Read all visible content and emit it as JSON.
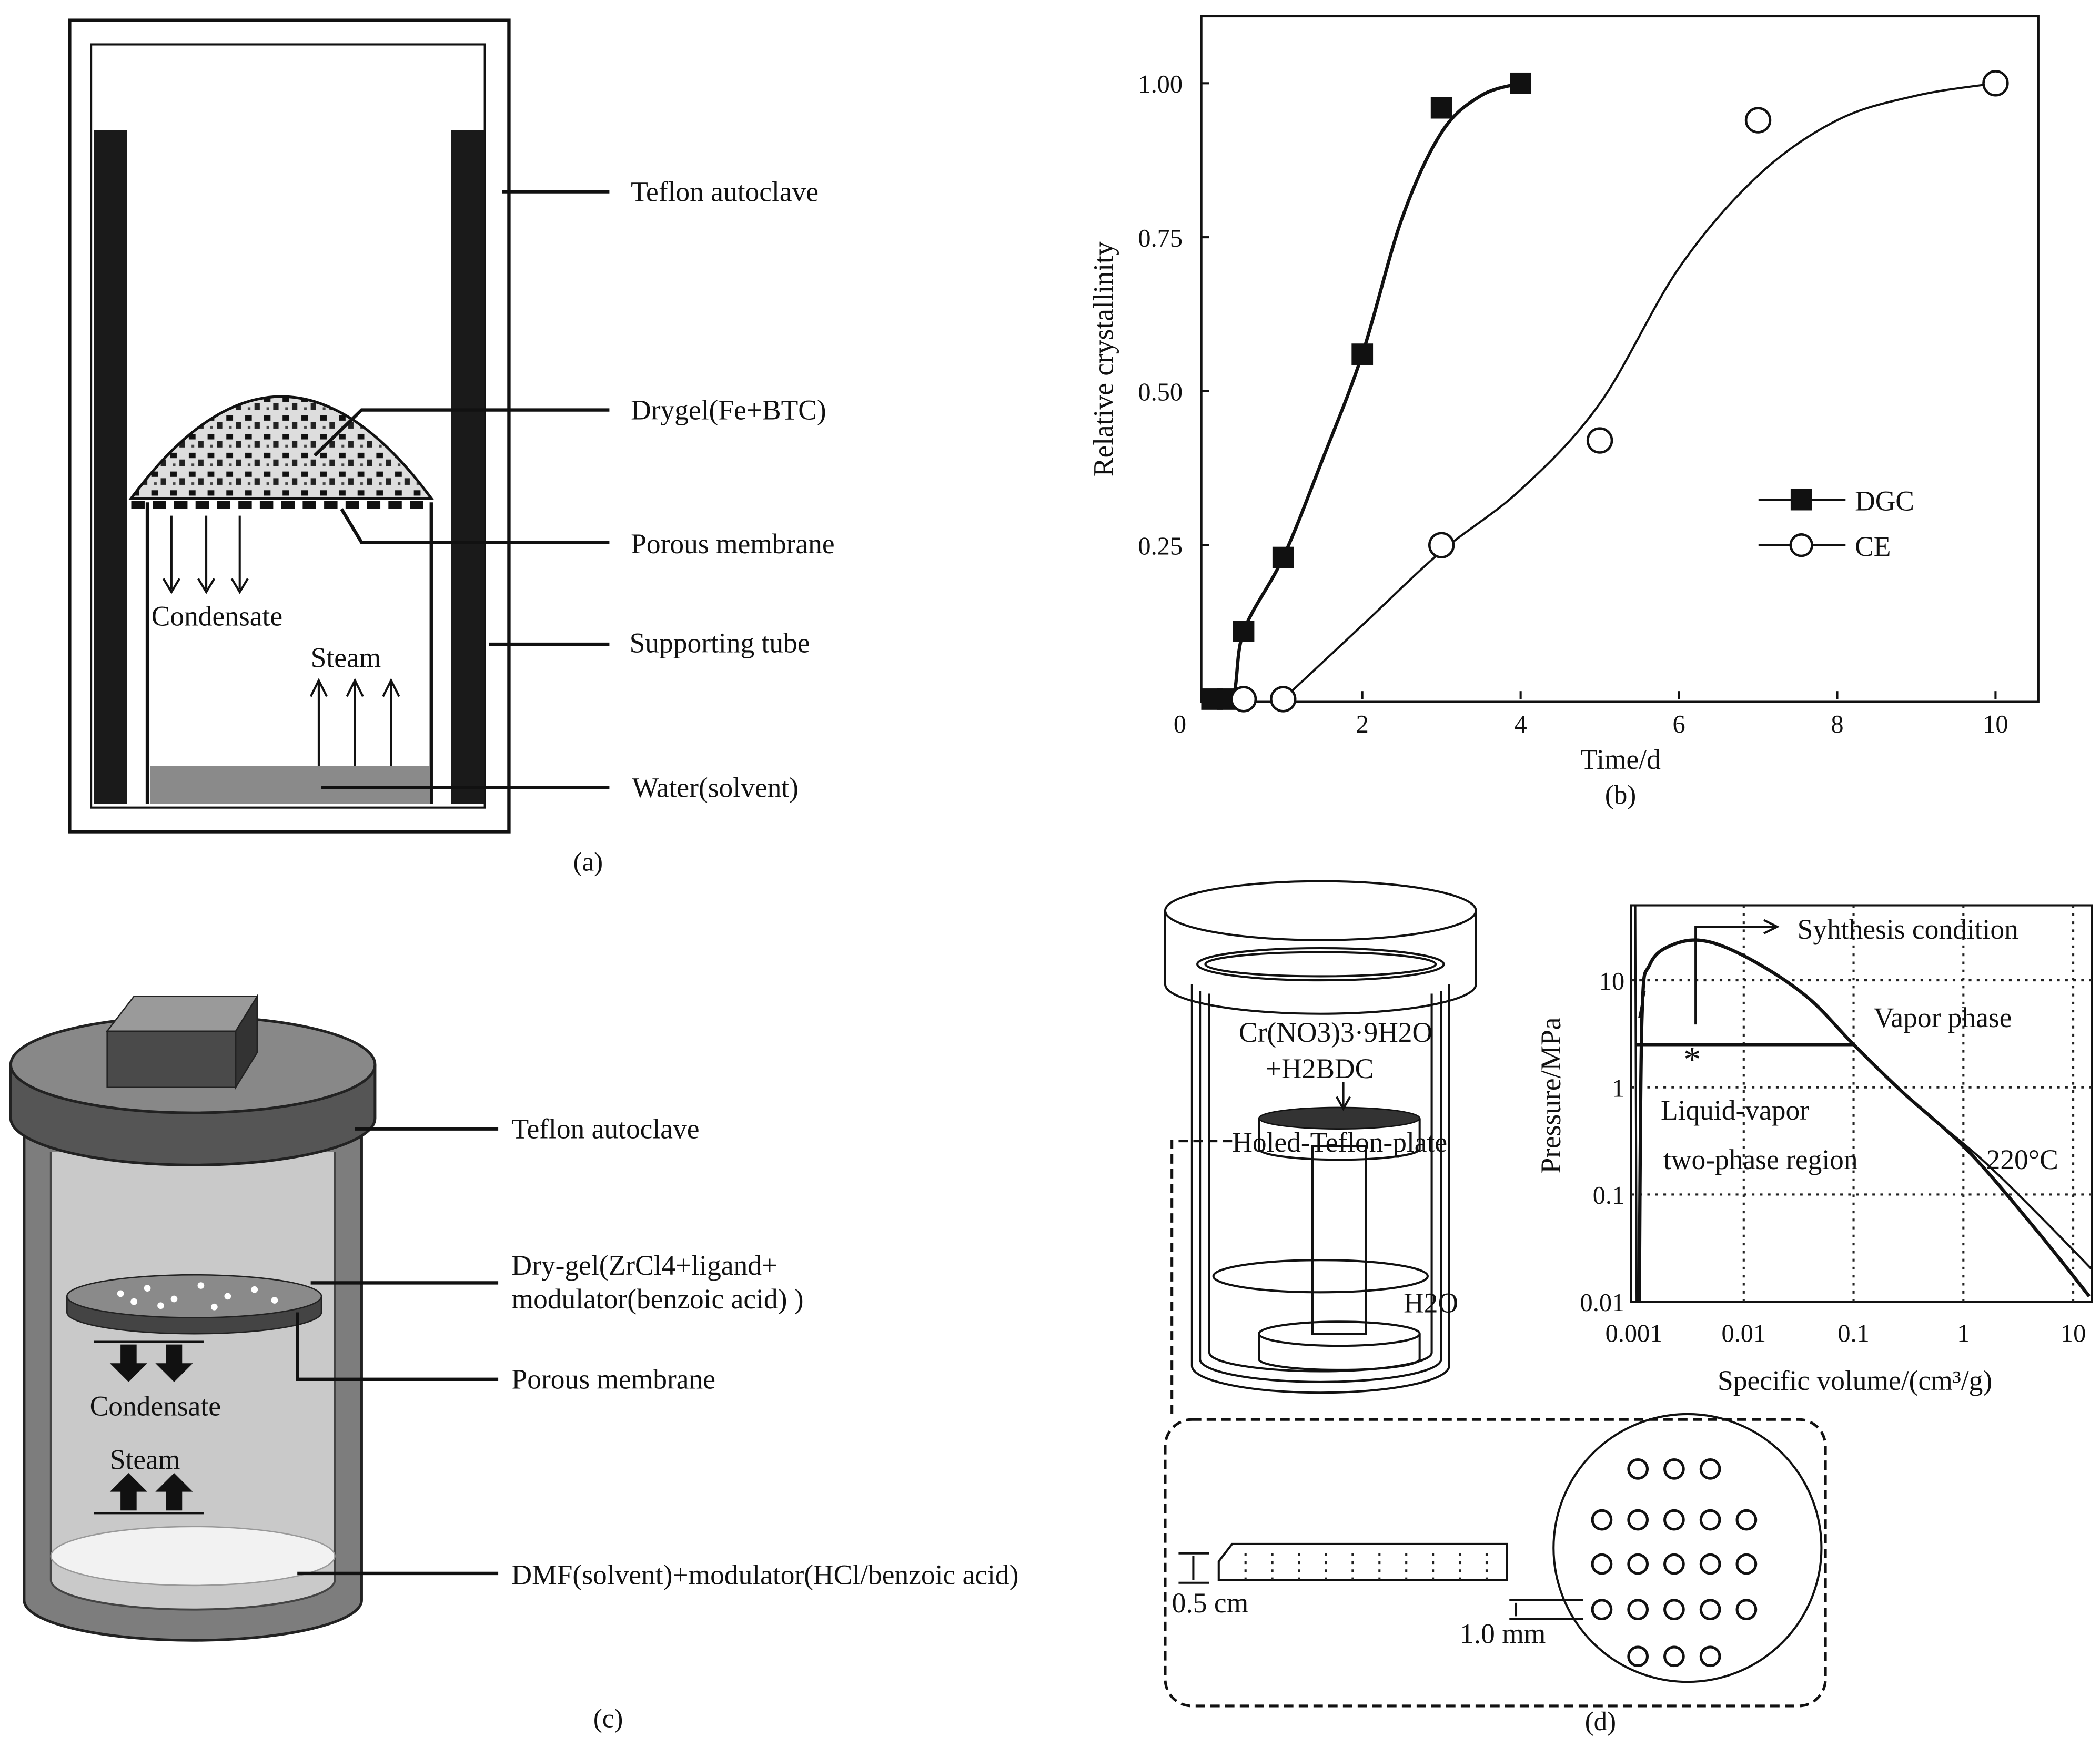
{
  "panel_a": {
    "caption": "(a)",
    "labels": [
      "Teflon autoclave",
      "Drygel(Fe+BTC)",
      "Porous membrane",
      "Supporting tube",
      "Water(solvent)"
    ],
    "condensate": "Condensate",
    "steam": "Steam"
  },
  "panel_c": {
    "caption": "(c)",
    "labels": [
      "Teflon autoclave",
      "Dry-gel(ZrCl4+ligand+",
      "modulator(benzoic acid) )",
      "Porous membrane",
      "DMF(solvent)+modulator(HCl/benzoic acid)"
    ],
    "condensate": "Condensate",
    "steam": "Steam"
  },
  "panel_d": {
    "caption": "(d)",
    "reagent_line1": "Cr(NO3)3·9H2O",
    "reagent_line2": "+H2BDC",
    "plate_label": "Holed-Teflon-plate",
    "water_label": "H2O",
    "thickness_label": "0.5 cm",
    "hole_label": "1.0 mm",
    "plot": {
      "xlabel": "Specific volume/(cm³/g)",
      "ylabel": "Pressure/MPa",
      "xticks": [
        "0.001",
        "0.01",
        "0.1",
        "1",
        "10"
      ],
      "yticks": [
        "10",
        "1",
        "0.1",
        "0.01"
      ],
      "annotation": "Syhthesis condition",
      "vapor": "Vapor  phase",
      "two_phase_1": "Liquid-vapor",
      "two_phase_2": "two-phase region",
      "isotherm": "220°C"
    }
  },
  "chart_data": {
    "type": "scatter",
    "title": "(b)",
    "xlabel": "Time/d",
    "ylabel": "Relative crystallinity",
    "xlim": [
      0,
      10.5
    ],
    "ylim": [
      0,
      1.1
    ],
    "xticks": [
      "0",
      "2",
      "4",
      "6",
      "8",
      "10"
    ],
    "xtick_values": [
      0,
      2,
      4,
      6,
      8,
      10
    ],
    "yticks": [
      "0.25",
      "0.50",
      "0.75",
      "1.00"
    ],
    "ytick_values": [
      0.25,
      0.5,
      0.75,
      1.0
    ],
    "legend_position": "lower-right",
    "series": [
      {
        "name": "DGC",
        "marker": "filled-square",
        "x": [
          0.1,
          0.3,
          0.5,
          1,
          2,
          3,
          4
        ],
        "y": [
          0,
          0,
          0.11,
          0.23,
          0.56,
          0.96,
          1.0
        ],
        "fit": [
          [
            0.35,
            0
          ],
          [
            0.5,
            0.11
          ],
          [
            1,
            0.23
          ],
          [
            1.5,
            0.39
          ],
          [
            2,
            0.56
          ],
          [
            2.5,
            0.78
          ],
          [
            3,
            0.92
          ],
          [
            3.5,
            0.98
          ],
          [
            4,
            1.0
          ]
        ]
      },
      {
        "name": "CE",
        "marker": "open-circle",
        "x": [
          0.5,
          1,
          3,
          5,
          7,
          10
        ],
        "y": [
          0,
          0,
          0.25,
          0.42,
          0.94,
          1.0
        ],
        "fit": [
          [
            1,
            0
          ],
          [
            2,
            0.12
          ],
          [
            3,
            0.24
          ],
          [
            4,
            0.34
          ],
          [
            5,
            0.48
          ],
          [
            6,
            0.7
          ],
          [
            7,
            0.85
          ],
          [
            8,
            0.94
          ],
          [
            9,
            0.98
          ],
          [
            10,
            1.0
          ]
        ]
      }
    ]
  }
}
